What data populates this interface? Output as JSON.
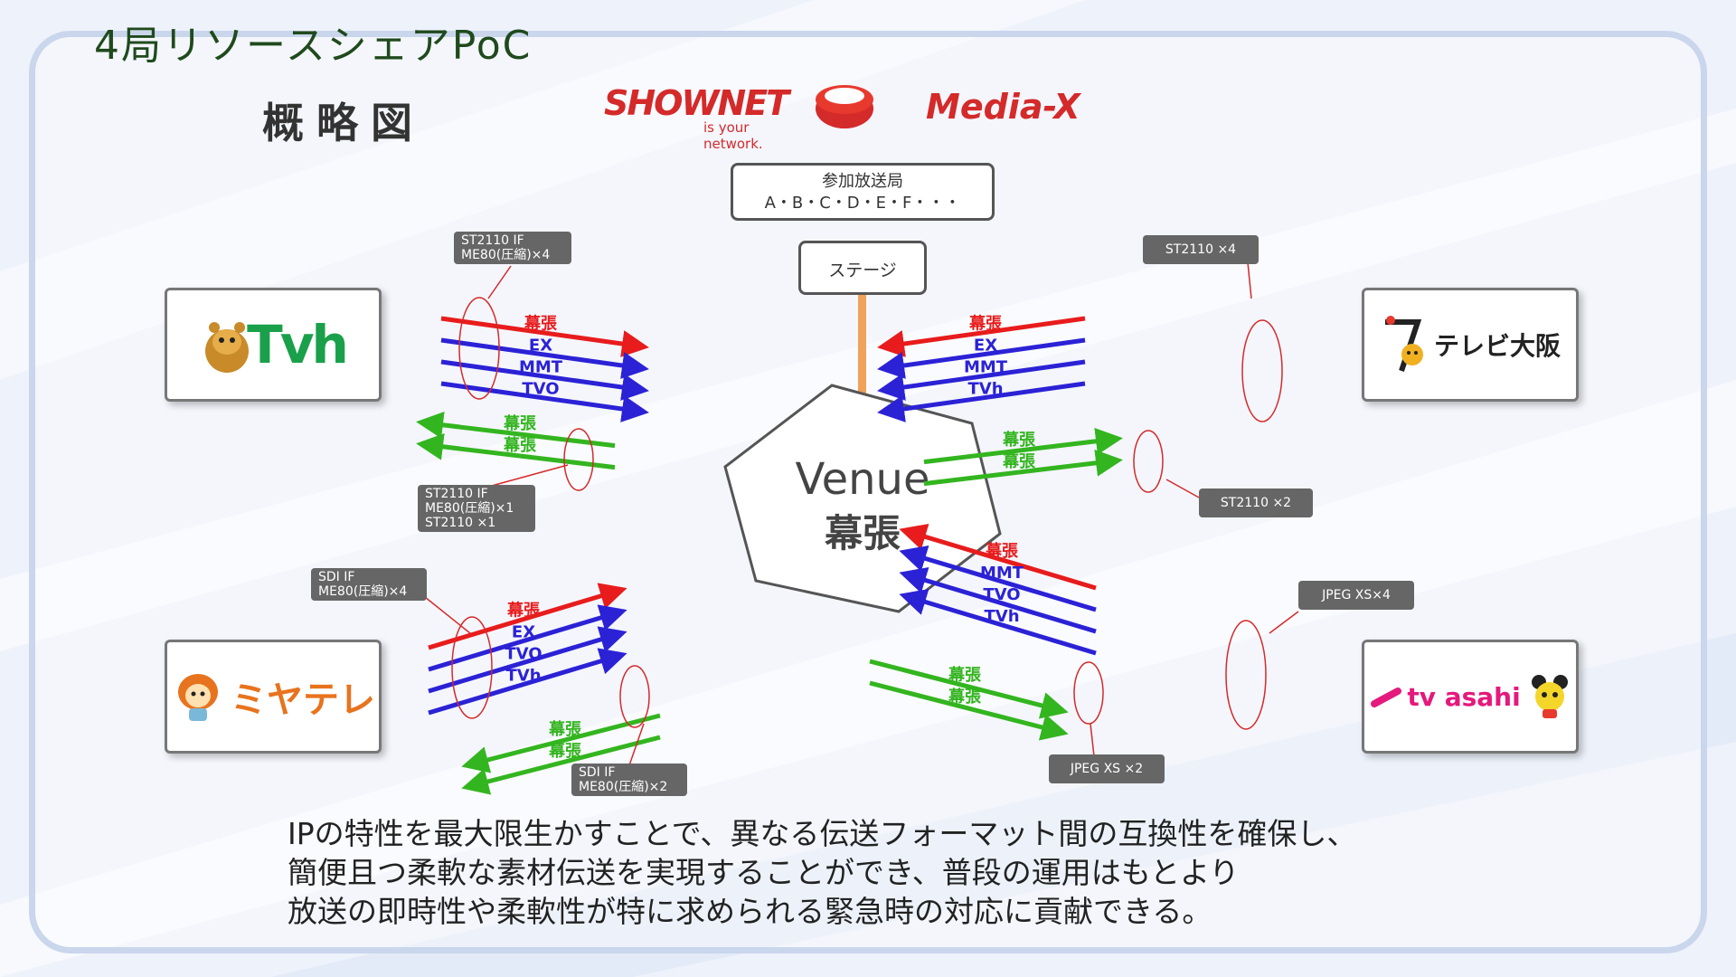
{
  "header": {
    "title": "4局リソースシェアPoC",
    "subtitle": "概略図",
    "showenet_name": "SHOWNET",
    "showenet_tagline": "is your network.",
    "mediax": "Media-X"
  },
  "center": {
    "participants_line1": "参加放送局",
    "participants_line2": "A・B・C・D・E・F・・・",
    "stage": "ステージ",
    "venue_line1": "Venue",
    "venue_line2": "幕張"
  },
  "stations": {
    "tvh": {
      "logo": "Tvh",
      "color": "#1aa04a"
    },
    "tvo": {
      "logo": "テレビ大阪"
    },
    "miyatere": {
      "logo": "ミヤテレ",
      "color": "#e8731e"
    },
    "tvasahi": {
      "logo": "tv asahi",
      "color": "#e5197c"
    }
  },
  "links": {
    "tvh": {
      "red": [
        "幕張"
      ],
      "blue": [
        "EX",
        "MMT",
        "TVO"
      ],
      "green": [
        "幕張",
        "幕張"
      ],
      "tag_top": [
        "ST2110 IF",
        "ME80(圧縮)×4"
      ],
      "tag_bottom": [
        "ST2110 IF",
        "ME80(圧縮)×1",
        "ST2110 ×1"
      ]
    },
    "tvo": {
      "red": [
        "幕張"
      ],
      "blue": [
        "EX",
        "MMT",
        "TVh"
      ],
      "green": [
        "幕張",
        "幕張"
      ],
      "tag_top": [
        "ST2110 ×4"
      ],
      "tag_bottom": [
        "ST2110 ×2"
      ]
    },
    "miyatere": {
      "red": [
        "幕張"
      ],
      "blue": [
        "EX",
        "TVO",
        "TVh"
      ],
      "green": [
        "幕張",
        "幕張"
      ],
      "tag_top": [
        "SDI IF",
        "ME80(圧縮)×4"
      ],
      "tag_bottom": [
        "SDI IF",
        "ME80(圧縮)×2"
      ]
    },
    "tvasahi": {
      "red": [
        "幕張"
      ],
      "blue": [
        "MMT",
        "TVO",
        "TVh"
      ],
      "green": [
        "幕張",
        "幕張"
      ],
      "tag_top": [
        "JPEG XS×4"
      ],
      "tag_bottom": [
        "JPEG XS ×2"
      ]
    }
  },
  "colors": {
    "red": "#e81c1c",
    "blue": "#2b22d6",
    "green": "#33b51f",
    "orange": "#f0a25a"
  },
  "footer": {
    "line1": "IPの特性を最大限生かすことで、異なる伝送フォーマット間の互換性を確保し、",
    "line2": "簡便且つ柔軟な素材伝送を実現することができ、普段の運用はもとより",
    "line3": "放送の即時性や柔軟性が特に求められる緊急時の対応に貢献できる。"
  }
}
